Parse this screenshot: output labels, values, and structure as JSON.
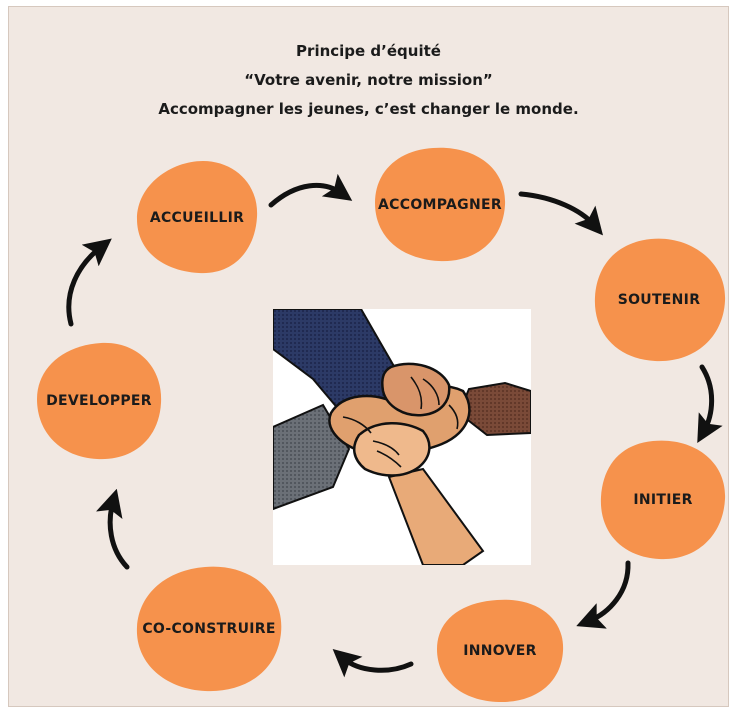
{
  "header": {
    "line1": "Principe d’équité",
    "line2": "“Votre avenir, notre mission”",
    "line3": "Accompagner les jeunes, c’est changer le monde."
  },
  "colors": {
    "background": "#f1e8e2",
    "blob": "#f6924c",
    "text": "#1b1b1b",
    "arrow": "#111111"
  },
  "cycle": [
    {
      "id": "accueillir",
      "label": "ACCUEILLIR"
    },
    {
      "id": "accompagner",
      "label": "ACCOMPAGNER"
    },
    {
      "id": "soutenir",
      "label": "SOUTENIR"
    },
    {
      "id": "initier",
      "label": "INITIER"
    },
    {
      "id": "innover",
      "label": "INNOVER"
    },
    {
      "id": "co-construire",
      "label": "CO-CONSTRUIRE"
    },
    {
      "id": "developper",
      "label": "DEVELOPPER"
    }
  ],
  "center_image": {
    "icon": "stacked-hands-illustration"
  }
}
